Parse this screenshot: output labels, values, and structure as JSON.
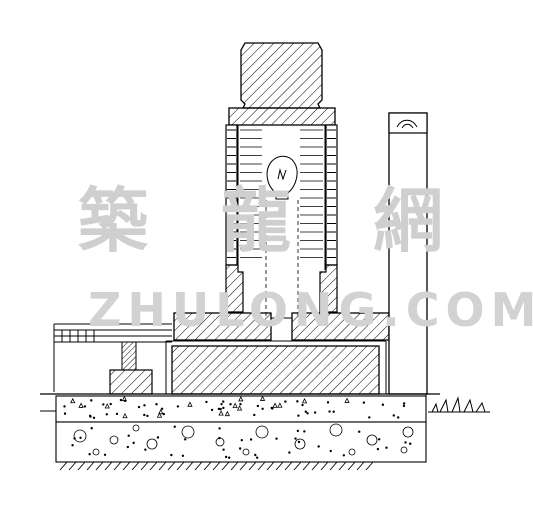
{
  "watermark": {
    "chars": [
      "築",
      "龍",
      "網"
    ],
    "latin": "ZHULONG.COM",
    "color": "#cfcfcf"
  },
  "colors": {
    "line": "#000000",
    "background": "#ffffff"
  }
}
